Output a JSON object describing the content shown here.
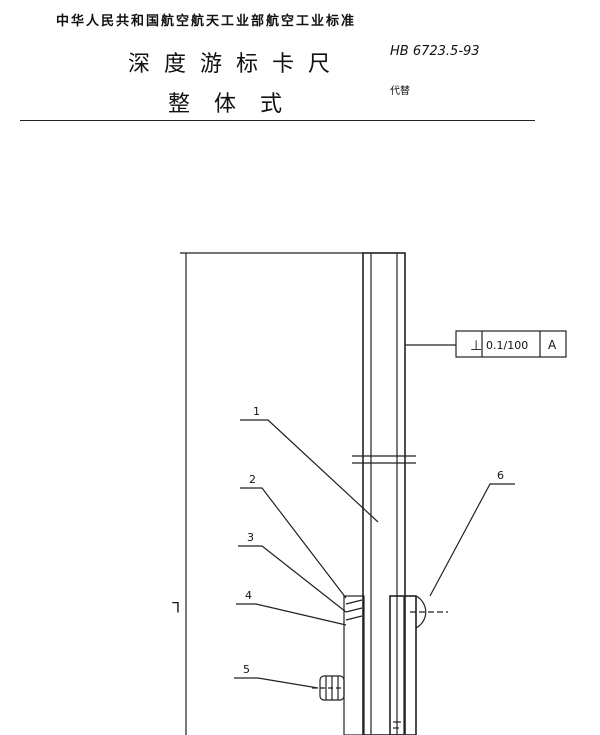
{
  "header": {
    "ministry": "中华人民共和国航空航天工业部航空工业标准",
    "title_line1": "深度游标卡尺",
    "title_line2": "整体式",
    "standard_no": "HB 6723.5-93",
    "replaces": "代替"
  },
  "drawing": {
    "tolerance": {
      "symbol": "⊥",
      "value": "0.1/100",
      "datum": "A"
    },
    "parts": [
      "1",
      "2",
      "3",
      "4",
      "5",
      "6"
    ],
    "dimension_label": "L"
  }
}
